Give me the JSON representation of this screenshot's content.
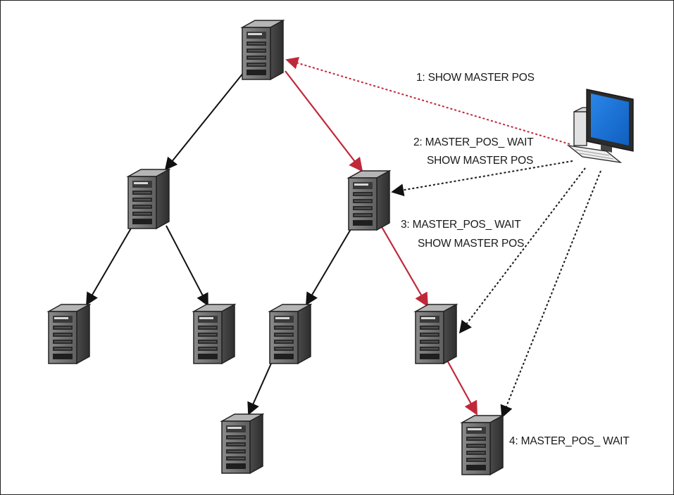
{
  "colors": {
    "tree_edge": "#111111",
    "sync_path": "#c0283a",
    "client_call": "#1a1a1a",
    "client_call_red": "#c0283a",
    "monitor_blue": "#1a6fd0"
  },
  "icons": {
    "server": "server-icon",
    "client": "client-workstation-icon"
  },
  "labels": {
    "step1": "1: SHOW MASTER POS",
    "step2_line1": "2: MASTER_POS_ WAIT",
    "step2_line2": "SHOW MASTER POS",
    "step3_line1": "3: MASTER_POS_ WAIT",
    "step3_line2": "SHOW MASTER POS",
    "step4": "4: MASTER_POS_ WAIT"
  }
}
